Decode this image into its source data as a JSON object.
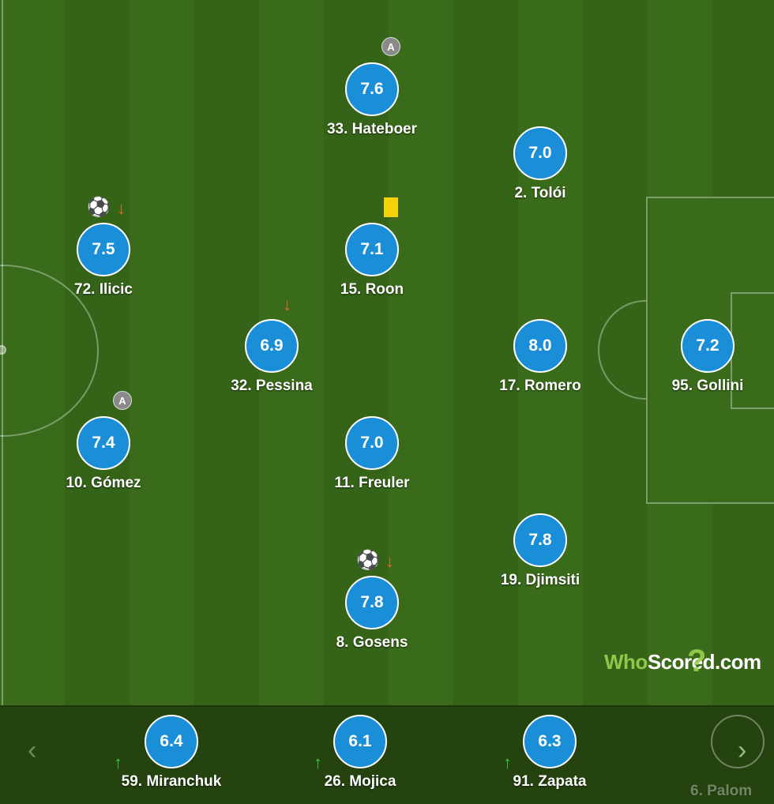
{
  "brand": {
    "prefix": "Who",
    "main": "Scored",
    "suffix": ".com",
    "colors": {
      "green": "#8fc84a",
      "rating": "#1a8fd8"
    }
  },
  "players": [
    {
      "id": "hateboer",
      "name": "33. Hateboer",
      "rating": "7.6",
      "badge": "A"
    },
    {
      "id": "toloi",
      "name": "2. Tolói",
      "rating": "7.0"
    },
    {
      "id": "ilicic",
      "name": "72. Ilicic",
      "rating": "7.5",
      "icons": [
        "ball-icon",
        "sub-off-arrow-icon"
      ]
    },
    {
      "id": "roon",
      "name": "15. Roon",
      "rating": "7.1",
      "icons": [
        "yellow-card-icon"
      ]
    },
    {
      "id": "pessina",
      "name": "32. Pessina",
      "rating": "6.9",
      "icons": [
        "sub-off-arrow-icon"
      ]
    },
    {
      "id": "romero",
      "name": "17. Romero",
      "rating": "8.0"
    },
    {
      "id": "gollini",
      "name": "95. Gollini",
      "rating": "7.2"
    },
    {
      "id": "gomez",
      "name": "10. Gómez",
      "rating": "7.4",
      "badge": "A"
    },
    {
      "id": "freuler",
      "name": "11. Freuler",
      "rating": "7.0"
    },
    {
      "id": "djimsiti",
      "name": "19. Djimsiti",
      "rating": "7.8"
    },
    {
      "id": "gosens",
      "name": "8. Gosens",
      "rating": "7.8",
      "icons": [
        "ball-icon",
        "sub-off-arrow-icon"
      ]
    }
  ],
  "substitutes": [
    {
      "id": "miranchuk",
      "name": "59. Miranchuk",
      "rating": "6.4"
    },
    {
      "id": "mojica",
      "name": "26. Mojica",
      "rating": "6.1"
    },
    {
      "id": "zapata",
      "name": "91. Zapata",
      "rating": "6.3"
    },
    {
      "id": "palomino",
      "name": "6. Palom"
    }
  ],
  "nav": {
    "prev": "‹",
    "next": "›"
  },
  "badges": {
    "captain_a": "A"
  },
  "icons": {
    "ball": "⚽",
    "down": "↓",
    "up": "↑"
  }
}
